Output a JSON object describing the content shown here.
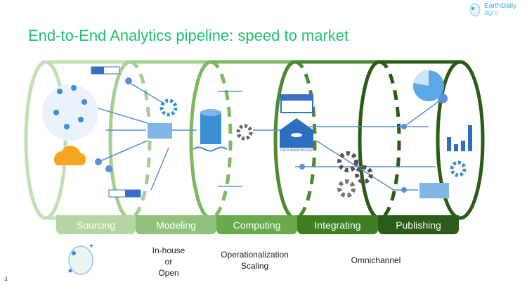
{
  "title": "End-to-End Analytics pipeline: speed to market",
  "logo": {
    "name": "EarthDaily",
    "sub": "agro"
  },
  "stages": [
    {
      "label": "Sourcing",
      "color": "#b3d6a3"
    },
    {
      "label": "Modeling",
      "color": "#8fc27a"
    },
    {
      "label": "Computing",
      "color": "#69aa4c"
    },
    {
      "label": "Integrating",
      "color": "#3f7f22"
    },
    {
      "label": "Publishing",
      "color": "#2b5c17"
    }
  ],
  "captions": {
    "modeling": [
      "In-house",
      "or",
      "Open"
    ],
    "computing": [
      "Operationalization",
      "Scaling"
    ],
    "publishing": "Omnichannel"
  },
  "icons": {
    "data_warehouse": "DATA WAREHOUSE"
  },
  "page_number": "4"
}
